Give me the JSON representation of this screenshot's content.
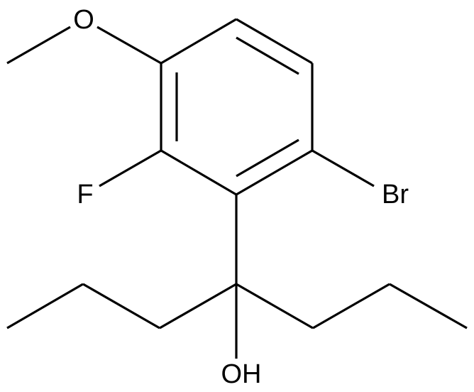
{
  "molecule": {
    "atoms": {
      "oxygen_methoxy": "O",
      "fluorine": "F",
      "bromine": "Br",
      "hydroxyl": "OH"
    },
    "colors": {
      "bond": "#000000",
      "label": "#000000",
      "background": "#ffffff"
    }
  }
}
